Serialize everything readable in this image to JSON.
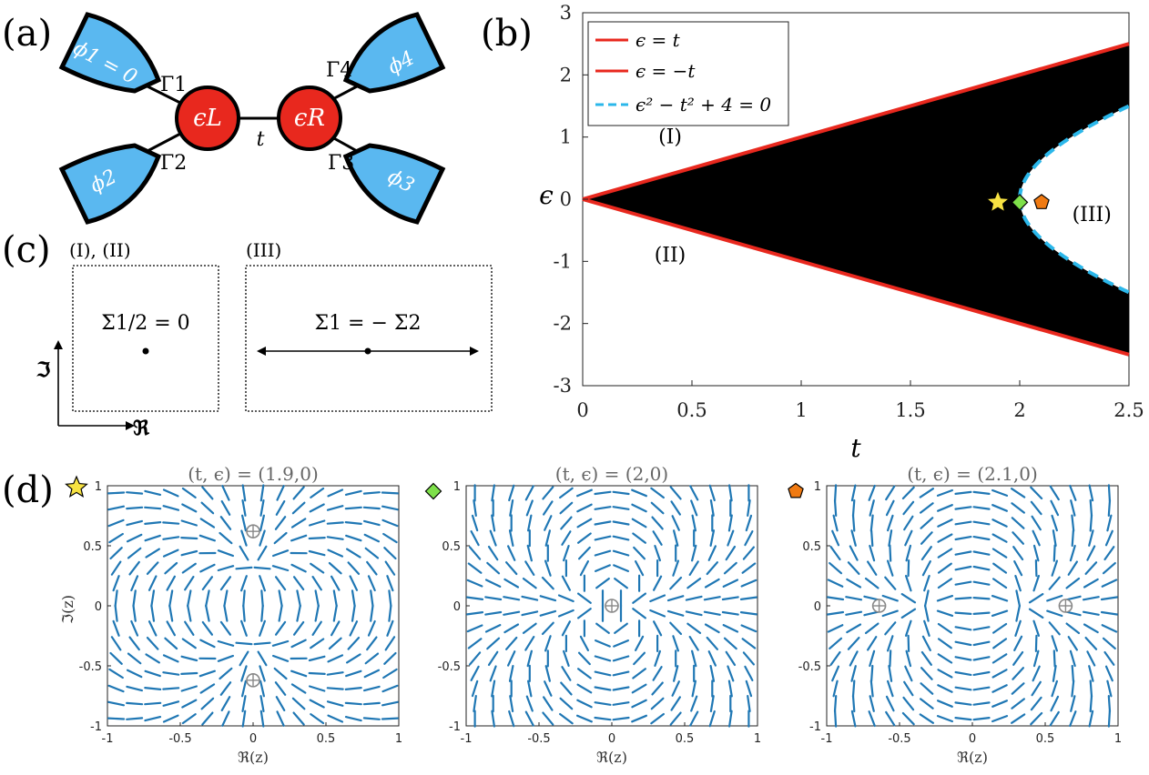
{
  "panel_labels": {
    "a": "(a)",
    "b": "(b)",
    "c": "(c)",
    "d": "(d)"
  },
  "panel_a": {
    "left_dot": "ϵL",
    "right_dot": "ϵR",
    "hopping": "t",
    "lead_1": "ϕ1 = 0",
    "lead_2": "ϕ2",
    "lead_3": "ϕ3",
    "lead_4": "ϕ4",
    "gamma_1": "Γ1",
    "gamma_2": "Γ2",
    "gamma_3": "Γ3",
    "gamma_4": "Γ4",
    "colors": {
      "dot": "#e8281e",
      "lead": "#5ab8f0",
      "wire": "#000000"
    }
  },
  "panel_c": {
    "box1_title": "(I), (II)",
    "box1_text": "Σ1/2 = 0",
    "box2_title": "(III)",
    "box2_text": "Σ1 = − Σ2",
    "axis_im": "ℑ",
    "axis_re": "ℜ"
  },
  "chart_data": [
    {
      "type": "region",
      "panel": "b",
      "xlabel": "t",
      "ylabel": "ϵ",
      "xlim": [
        0,
        2.5
      ],
      "ylim": [
        -3,
        3
      ],
      "xticks": [
        "0",
        "0.5",
        "1",
        "1.5",
        "2",
        "2.5"
      ],
      "yticks": [
        "3",
        "2",
        "1",
        "0",
        "-1",
        "-2",
        "-3"
      ],
      "legend": {
        "placement": "top-left",
        "entries": [
          {
            "label": "ϵ = t",
            "color": "#e8281e",
            "style": "solid"
          },
          {
            "label": "ϵ = −t",
            "color": "#e8281e",
            "style": "solid"
          },
          {
            "label": "ϵ² − t² + 4 = 0",
            "color": "#2bb7ea",
            "style": "dashed"
          }
        ]
      },
      "region_labels": [
        {
          "text": "(I)",
          "t": 0.4,
          "eps": 0.9
        },
        {
          "text": "(II)",
          "t": 0.4,
          "eps": -1.0
        },
        {
          "text": "(III)",
          "t": 2.33,
          "eps": -0.35
        }
      ],
      "markers": [
        {
          "shape": "star",
          "t": 1.9,
          "eps": -0.05,
          "color": "#f7e242"
        },
        {
          "shape": "diamond",
          "t": 2.0,
          "eps": -0.05,
          "color": "#7ee04a"
        },
        {
          "shape": "pentagon",
          "t": 2.1,
          "eps": -0.05,
          "color": "#f07a12"
        }
      ],
      "colors": {
        "region": "#000000",
        "line": "#e8281e",
        "curve": "#2bb7ea"
      }
    },
    {
      "type": "quiver",
      "panel": "d1",
      "title": "(t, ϵ) = (1.9,0)",
      "marker": "star",
      "t": 1.9,
      "eps": 0,
      "xlabel": "ℜ(z)",
      "ylabel": "ℑ(z)",
      "xlim": [
        -1,
        1
      ],
      "ylim": [
        -1,
        1
      ],
      "xticks": [
        "-1",
        "-0.5",
        "0",
        "0.5",
        "1"
      ],
      "yticks": [
        "1",
        "0.5",
        "0",
        "-0.5",
        "-1"
      ],
      "fixed_points": [
        [
          0,
          0.62
        ],
        [
          0,
          -0.62
        ]
      ],
      "arrow_color": "#1f77b4"
    },
    {
      "type": "quiver",
      "panel": "d2",
      "title": "(t, ϵ) = (2,0)",
      "marker": "diamond",
      "t": 2.0,
      "eps": 0,
      "xlabel": "ℜ(z)",
      "ylabel": "",
      "xlim": [
        -1,
        1
      ],
      "ylim": [
        -1,
        1
      ],
      "xticks": [
        "-1",
        "-0.5",
        "0",
        "0.5",
        "1"
      ],
      "yticks": [
        "1",
        "0.5",
        "0",
        "-0.5",
        "-1"
      ],
      "fixed_points": [
        [
          0,
          0
        ]
      ],
      "arrow_color": "#1f77b4"
    },
    {
      "type": "quiver",
      "panel": "d3",
      "title": "(t, ϵ) = (2.1,0)",
      "marker": "pentagon",
      "t": 2.1,
      "eps": 0,
      "xlabel": "ℜ(z)",
      "ylabel": "",
      "xlim": [
        -1,
        1
      ],
      "ylim": [
        -1,
        1
      ],
      "xticks": [
        "-1",
        "-0.5",
        "0",
        "0.5",
        "1"
      ],
      "yticks": [
        "1",
        "0.5",
        "0",
        "-0.5",
        "-1"
      ],
      "fixed_points": [
        [
          -0.64,
          0
        ],
        [
          0.64,
          0
        ]
      ],
      "arrow_color": "#1f77b4"
    }
  ]
}
